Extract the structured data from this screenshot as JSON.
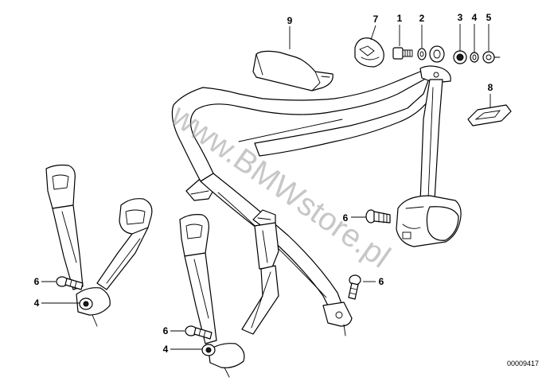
{
  "diagram": {
    "callouts": {
      "c1": "1",
      "c2": "2",
      "c3": "3",
      "c4_top": "4",
      "c5": "5",
      "c6_retractor": "6",
      "c7": "7",
      "c8": "8",
      "c9": "9",
      "c6_left": "6",
      "c4_left": "4",
      "c6_center": "6",
      "c4_center": "4",
      "c6_right": "6"
    },
    "watermark": "www.BMWstore.pl",
    "drawing_code": "00009417"
  }
}
